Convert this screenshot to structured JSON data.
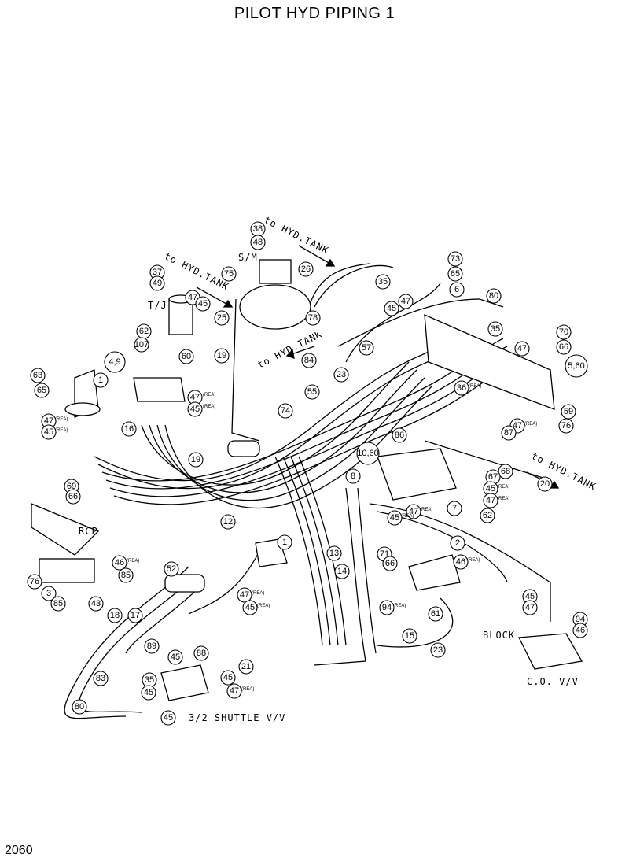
{
  "title": "PILOT HYD PIPING 1",
  "page_number": "2060",
  "labels": {
    "to_tank_top": "to HYD.TANK",
    "to_tank_left": "to HYD.TANK",
    "to_tank_center": "to HYD.TANK",
    "to_tank_right": "to HYD.TANK",
    "sm": "S/M",
    "tj": "T/J",
    "rcp": "RCP",
    "block": "BLOCK",
    "co_vv": "C.O. V/V",
    "shuttle": "3/2 SHUTTLE V/V"
  },
  "callouts": [
    "38",
    "48",
    "26",
    "78",
    "75",
    "37",
    "49",
    "47",
    "45",
    "25",
    "19",
    "84",
    "35",
    "73",
    "65",
    "6",
    "45",
    "47",
    "80",
    "57",
    "55",
    "23",
    "35",
    "70",
    "66",
    "5,60",
    "47",
    "36",
    "74",
    "59",
    "47",
    "87",
    "76",
    "86",
    "10,60",
    "8",
    "68",
    "67",
    "45",
    "47",
    "20",
    "62",
    "7",
    "47",
    "45",
    "1",
    "63",
    "65",
    "4,9",
    "60",
    "62",
    "107",
    "47",
    "45",
    "16",
    "19",
    "47",
    "45",
    "69",
    "66",
    "12",
    "52",
    "76",
    "3",
    "85",
    "43",
    "18",
    "17",
    "46",
    "85",
    "47",
    "45",
    "1",
    "13",
    "14",
    "71",
    "66",
    "2",
    "46",
    "94",
    "61",
    "15",
    "45",
    "47",
    "94",
    "46",
    "23",
    "89",
    "45",
    "88",
    "83",
    "35",
    "45",
    "21",
    "45",
    "47",
    "80",
    "45"
  ],
  "rea_tag": "(REA)"
}
